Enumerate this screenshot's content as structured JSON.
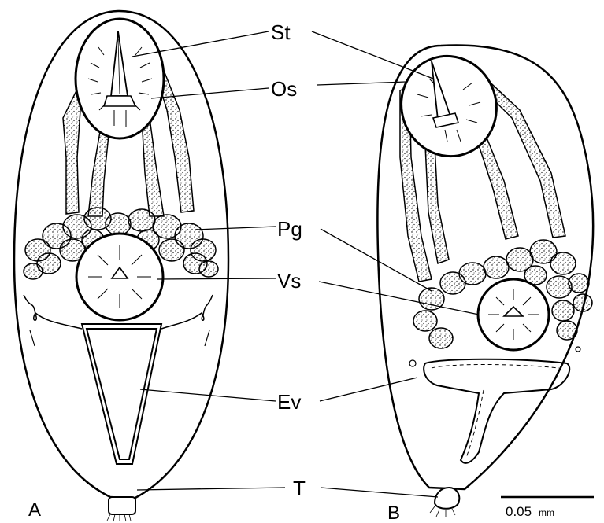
{
  "figure": {
    "labels": {
      "stylet": "St",
      "oral_sucker": "Os",
      "penetration_glands": "Pg",
      "ventral_sucker": "Vs",
      "excretory_vesicle": "Ev",
      "tail": "T"
    },
    "panels": {
      "a": "A",
      "b": "B"
    },
    "scale_bar": {
      "value": "0.05",
      "unit": "mm"
    },
    "colors": {
      "ink": "#000000",
      "paper": "#ffffff"
    }
  }
}
